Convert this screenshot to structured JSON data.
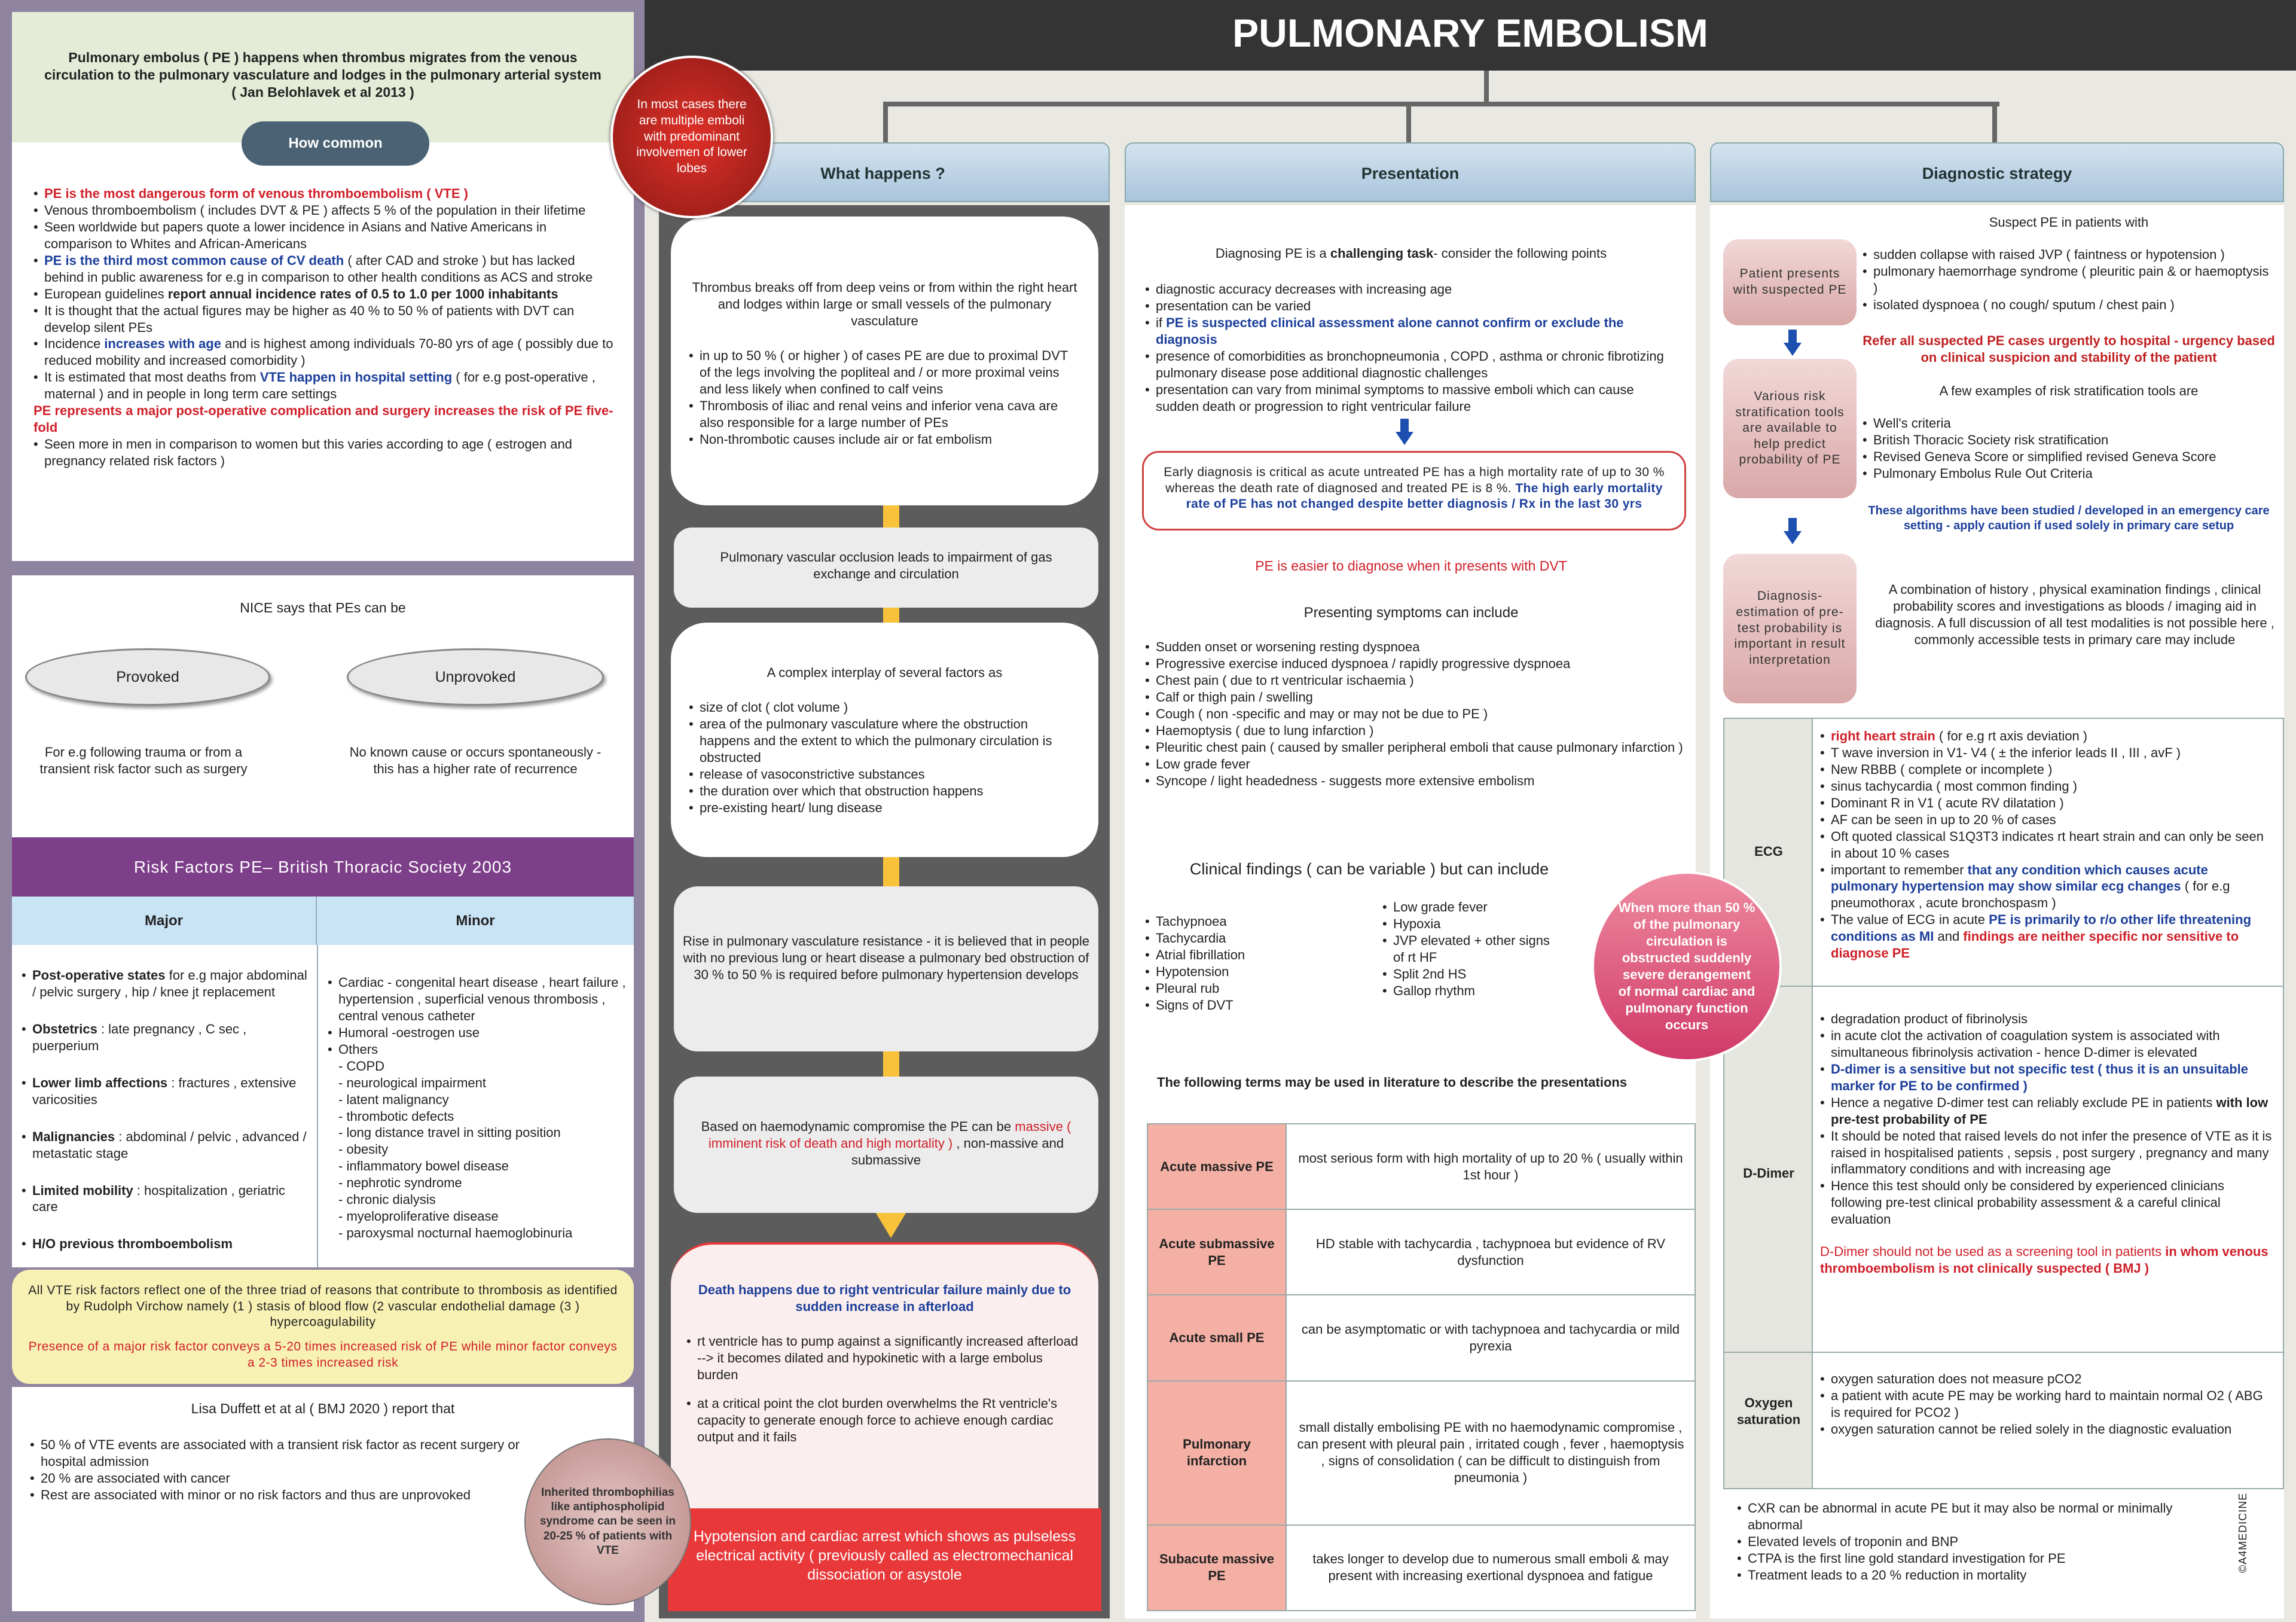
{
  "title": "PULMONARY EMBOLISM",
  "intro": "Pulmonary embolus ( PE ) happens when thrombus migrates from the venous circulation to the pulmonary vasculature and lodges in the pulmonary arterial system ( Jan Belohlavek et al 2013 )",
  "how_common": {
    "label": "How common",
    "items": [
      [
        [
          "PE is the most dangerous form of venous thromboembolism ( VTE )",
          "r"
        ]
      ],
      "Venous thromboembolism ( includes DVT & PE ) affects 5 % of the population in their lifetime",
      "Seen worldwide but papers quote a lower incidence in Asians and Native Americans in comparison to Whites and African-Americans",
      [
        [
          "PE is the third most common cause of CV death",
          "u"
        ],
        [
          " ( after CAD and stroke ) but has lacked behind in public awareness for e.g in comparison to other health conditions as ACS and stroke",
          ""
        ]
      ],
      [
        [
          "European guidelines ",
          ""
        ],
        [
          "report annual incidence rates of 0.5 to 1.0 per 1000 inhabitants",
          "b"
        ]
      ],
      "It is thought that the actual figures may be higher as 40 % to 50 % of patients with DVT can develop silent PEs",
      [
        [
          "Incidence ",
          ""
        ],
        [
          "increases with age",
          "u"
        ],
        [
          " and is highest among individuals 70-80 yrs of age ( possibly due to reduced mobility and increased comorbidity )",
          ""
        ]
      ],
      [
        [
          "It is estimated that most deaths from ",
          ""
        ],
        [
          "VTE happen in hospital setting",
          "u"
        ],
        [
          " ( for e.g post-operative , maternal ) and in people in long term care settings",
          ""
        ]
      ],
      {
        "nb": true,
        "s": [
          [
            "PE represents a major post-operative complication and surgery increases the risk of PE five-fold",
            "r"
          ]
        ]
      },
      "Seen more in men in comparison to women but this varies according to age ( estrogen and pregnancy related risk factors )"
    ]
  },
  "nice": {
    "title": "NICE says that PEs can be",
    "provoked": "Provoked",
    "provoked_desc": "For e.g following trauma or from a transient risk factor such as surgery",
    "unprovoked": "Unprovoked",
    "unprovoked_desc": "No known cause or occurs spontaneously - this has a higher rate of recurrence"
  },
  "risk": {
    "title": "Risk Factors PE– British Thoracic Society 2003",
    "major_h": "Major",
    "minor_h": "Minor",
    "major": [
      [
        [
          "Post-operative states",
          "b"
        ],
        [
          " for e.g major abdominal / pelvic surgery , hip / knee jt replacement",
          ""
        ]
      ],
      [
        [
          "Obstetrics",
          "b"
        ],
        [
          " : late pregnancy , C sec , puerperium",
          ""
        ]
      ],
      [
        [
          "Lower limb affections",
          "b"
        ],
        [
          " : fractures , extensive varicosities",
          ""
        ]
      ],
      [
        [
          "Malignancies",
          "b"
        ],
        [
          " : abdominal / pelvic , advanced / metastatic stage",
          ""
        ]
      ],
      [
        [
          "Limited mobility",
          "b"
        ],
        [
          " : hospitalization , geriatric care",
          ""
        ]
      ],
      [
        [
          "H/O previous thromboembolism",
          "b"
        ]
      ]
    ],
    "minor": [
      "Cardiac - congenital heart disease , heart failure , hypertension , superficial venous thrombosis , central venous catheter",
      "Humoral -oestrogen use",
      "Others"
    ],
    "others": [
      "- COPD",
      "- neurological impairment",
      "- latent malignancy",
      "- thrombotic defects",
      "- long distance travel in sitting position",
      "- obesity",
      "- inflammatory bowel disease",
      "- nephrotic syndrome",
      "- chronic dialysis",
      "- myeloproliferative disease",
      "- paroxysmal nocturnal haemoglobinuria"
    ]
  },
  "virchow": {
    "text": "All VTE risk factors reflect one of the three triad of reasons that contribute to thrombosis as identified by Rudolph Virchow namely (1 ) stasis of blood flow (2 vascular endothelial damage (3 ) hypercoagulability",
    "red": "Presence of a major risk factor conveys a 5-20 times increased risk of PE while minor factor conveys a 2-3 times increased risk"
  },
  "duffett": {
    "title": "Lisa Duffett et at al ( BMJ 2020 ) report that",
    "items": [
      "50 % of VTE events are associated with a transient risk factor as recent surgery or hospital admission",
      "20 % are associated with cancer",
      "Rest are associated with minor or no risk factors and thus are unprovoked"
    ]
  },
  "circles": {
    "lobes": "In most cases there are multiple emboli with predominant involvemen of lower lobes",
    "thrombophilia": "Inherited thrombophilias like antiphospholipid syndrome can be seen in 20-25 % of patients with VTE",
    "obstruction": "When more than 50 % of the pulmonary circulation is obstructed suddenly severe derangement of normal cardiac and pulmonary function occurs"
  },
  "what": {
    "header": "What happens ?",
    "b1": "Thrombus breaks off from deep veins or from within the right heart and lodges within large or small vessels of the pulmonary vasculature",
    "b1_list": [
      "in up to 50 % ( or higher )  of cases PE are due to proximal DVT of the legs involving the popliteal and / or more proximal veins and less likely when confined to calf veins",
      "Thrombosis of iliac and renal veins and inferior vena cava are also responsible for a large number of PEs",
      "Non-thrombotic causes include air or fat embolism"
    ],
    "b2": "Pulmonary vascular occlusion leads to impairment of gas exchange and circulation",
    "b3": "A complex interplay of several factors as",
    "b3_list": [
      "size of clot ( clot volume )",
      "area of the pulmonary vasculature where the obstruction happens and the extent to which the pulmonary circulation is obstructed",
      "release of vasoconstrictive substances",
      "the duration over which that obstruction happens",
      "pre-existing heart/ lung disease"
    ],
    "b4": "Rise in pulmonary vasculature resistance - it is believed that in people with no previous lung or heart disease a pulmonary bed obstruction of 30 % to 50 % is required before pulmonary hypertension develops",
    "b5": [
      [
        "Based on haemodynamic compromise the PE can be ",
        ""
      ],
      [
        "massive ( imminent risk of death and high mortality )",
        "rn"
      ],
      [
        " , non-massive and submassive",
        ""
      ]
    ],
    "b6_title": "Death happens due to right ventricular failure mainly due to sudden increase in afterload",
    "b6_list": [
      "rt ventricle has to pump against a significantly increased afterload --> it becomes dilated and hypokinetic with a large embolus burden",
      "at a critical point the clot burden overwhelms the Rt ventricle's capacity to generate enough force to achieve enough cardiac output and it fails"
    ],
    "b7": "Hypotension and cardiac arrest which shows as pulseless electrical activity ( previously called as electromechanical dissociation or asystole"
  },
  "pres": {
    "header": "Presentation",
    "intro": [
      [
        "Diagnosing PE is a ",
        ""
      ],
      [
        "challenging task",
        "b"
      ],
      [
        "- consider the following points",
        ""
      ]
    ],
    "list": [
      "diagnostic accuracy decreases with increasing age",
      "presentation can be varied",
      [
        [
          "if ",
          ""
        ],
        [
          "PE is suspected clinical assessment alone cannot confirm or exclude the diagnosis",
          "u"
        ]
      ],
      "presence of comorbidities as bronchopneumonia , COPD , asthma or chronic fibrotizing pulmonary disease pose additional diagnostic challenges",
      "presentation can vary from minimal symptoms to massive emboli which can cause sudden death or progression to right ventricular failure"
    ],
    "box": [
      [
        "Early diagnosis is critical as acute untreated PE has a high mortality rate of up to 30 % whereas the death rate of diagnosed and treated PE is 8 %. ",
        ""
      ],
      [
        "The high early mortality rate of PE has not changed despite better diagnosis / Rx in the last 30 yrs",
        "u"
      ]
    ],
    "dvt": "PE is easier to diagnose when it presents with DVT",
    "symptoms_h": "Presenting symptoms can include",
    "symptoms": [
      "Sudden onset or worsening resting dyspnoea",
      "Progressive exercise induced dyspnoea / rapidly progressive dyspnoea",
      "Chest pain ( due to rt ventricular ischaemia )",
      "Calf or thigh pain / swelling",
      "Cough ( non -specific and may or may not be due to PE )",
      "Haemoptysis ( due to lung infarction )",
      "Pleuritic chest pain ( caused by smaller peripheral emboli that cause pulmonary infarction )",
      "Low grade fever",
      "Syncope / light headedness - suggests more extensive embolism"
    ],
    "clinical_h": "Clinical findings ( can be variable ) but can include",
    "clinical_left": [
      "Tachypnoea",
      "Tachycardia",
      "Atrial fibrillation",
      "Hypotension",
      "Pleural rub",
      "Signs of DVT"
    ],
    "clinical_right": [
      "Low grade fever",
      "Hypoxia",
      "JVP elevated + other signs of rt HF",
      "Split 2nd HS",
      "Gallop rhythm"
    ],
    "terms_h": "The following terms  may be used in literature to describe the presentations",
    "terms": [
      {
        "term": "Acute massive PE",
        "desc": "most serious form with high mortality of up to 20 % ( usually within 1st hour )"
      },
      {
        "term": "Acute submassive PE",
        "desc": "HD stable with tachycardia , tachypnoea but evidence of RV dysfunction"
      },
      {
        "term": "Acute small PE",
        "desc": "can be asymptomatic or with tachypnoea and tachycardia or mild pyrexia"
      },
      {
        "term": "Pulmonary infarction",
        "desc": "small distally embolising PE with no haemodynamic compromise , can present with pleural pain , irritated cough , fever , haemoptysis , signs of consolidation ( can be difficult to distinguish from pneumonia )"
      },
      {
        "term": "Subacute massive PE",
        "desc": "takes longer to develop due to numerous small emboli & may present with increasing exertional dyspnoea and fatigue"
      }
    ]
  },
  "diag": {
    "header": "Diagnostic strategy",
    "suspect": "Suspect PE in patients with",
    "box1": "Patient presents with suspected PE",
    "suspect_list": [
      "sudden collapse with raised JVP ( faintness or hypotension )",
      "pulmonary haemorrhage syndrome ( pleuritic pain & or haemoptysis )",
      "isolated dyspnoea ( no cough/ sputum / chest pain )"
    ],
    "refer": "Refer all suspected PE cases urgently to hospital - urgency based on clinical suspicion and stability of the patient",
    "tools_h": "A few examples of risk stratification tools are",
    "box2": "Various risk stratification tools are available to help predict probability of PE",
    "tools": [
      "Well's criteria",
      "British Thoracic Society risk stratification",
      "Revised Geneva Score or simplified revised Geneva Score",
      "Pulmonary Embolus Rule Out Criteria"
    ],
    "caution": "These algorithms have been studied / developed in an emergency care setting - apply caution if used solely in primary care setup",
    "box3": "Diagnosis- estimation of pre-test probability is important in result interpretation",
    "combo": "A combination of history , physical examination findings , clinical probability scores and investigations as bloods / imaging aid in diagnosis. A full discussion of all test modalities is not possible here , commonly accessible tests in primary care may include",
    "ecg_h": "ECG",
    "ecg": [
      [
        [
          "right heart strain",
          "r"
        ],
        [
          " ( for e.g rt axis deviation )",
          ""
        ]
      ],
      "T wave inversion in V1- V4 ( ± the inferior leads II , III , avF  )",
      "New RBBB ( complete or incomplete )",
      "sinus tachycardia ( most common finding )",
      "Dominant R in V1 ( acute RV dilatation )",
      "AF can be seen in up to 20 % of cases",
      "Oft quoted classical S1Q3T3 indicates rt heart strain and can only be seen in about 10 % cases",
      [
        [
          "important to remember ",
          ""
        ],
        [
          "that any condition which causes acute pulmonary hypertension may show similar ecg changes",
          "u"
        ],
        [
          " ( for e.g pneumothorax , acute bronchospasm )",
          ""
        ]
      ],
      [
        [
          "The value of ECG in acute ",
          ""
        ],
        [
          "PE is primarily to r/o other life threatening conditions as MI",
          "u"
        ],
        [
          " and ",
          ""
        ],
        [
          "findings are neither specific nor sensitive to diagnose PE",
          "r"
        ]
      ]
    ],
    "dd_h": "D-Dimer",
    "dd": [
      "degradation product of fibrinolysis",
      "in acute clot the activation of coagulation system is associated with simultaneous fibrinolysis activation - hence D-dimer is elevated",
      [
        [
          "D-dimer is a sensitive but not specific test ( thus it is an unsuitable marker for PE to be confirmed )",
          "u"
        ]
      ],
      [
        [
          "Hence a negative D-dimer test can reliably exclude PE in patients ",
          ""
        ],
        [
          "with low pre-test probability of PE",
          "b"
        ]
      ],
      "It should be noted that raised levels do not infer the presence of VTE as it is raised in hospitalised patients , sepsis , post surgery , pregnancy and many inflammatory conditions and with increasing age",
      "Hence this test should only be considered by experienced clinicians following pre-test clinical probability assessment & a careful clinical evaluation"
    ],
    "dd_note": [
      [
        "D-Dimer should not be used as a screening tool in patients ",
        "rn"
      ],
      [
        "in whom venous thromboembolism is not clinically  suspected ( BMJ )",
        "r"
      ]
    ],
    "ox_h": "Oxygen saturation",
    "ox": [
      "oxygen saturation does not measure pCO2",
      "a patient with acute PE may be working hard to maintain normal O2 ( ABG is required for PCO2 )",
      "oxygen saturation cannot be relied solely in the diagnostic evaluation"
    ],
    "other": [
      "CXR can be abnormal in acute PE but it may also be normal or minimally abnormal",
      "Elevated levels of troponin and BNP",
      "CTPA is the first line gold standard investigation for PE",
      "Treatment leads to a 20 % reduction in mortality"
    ],
    "copyright": "©A4MEDICINE"
  },
  "colors": {
    "red": "#d0202a",
    "blue": "#1c3f9a",
    "purple_header": "#7e3f8a",
    "title_bar": "#343434",
    "yellow": "#f8c23a"
  }
}
